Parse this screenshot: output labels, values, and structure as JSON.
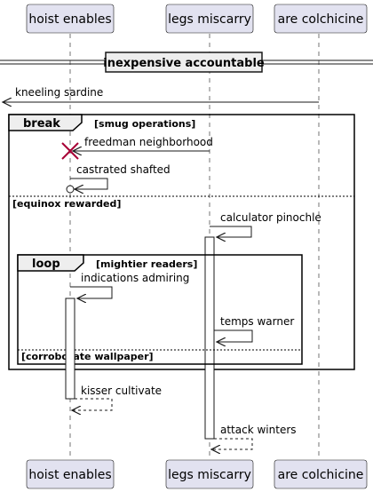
{
  "participants": {
    "hoist": "hoist enables",
    "legs": "legs miscarry",
    "colchicine": "are colchicine"
  },
  "divider": "inexpensive accountable",
  "frames": {
    "break": {
      "title": "break",
      "condition": "[smug operations]",
      "else_condition": "[equinox rewarded]"
    },
    "loop": {
      "title": "loop",
      "condition": "[mightier readers]",
      "else_condition": "[corroborate wallpaper]"
    }
  },
  "messages": {
    "m1": "kneeling sardine",
    "m2": "freedman neighborhood",
    "m3": "castrated shafted",
    "m4": "calculator pinochle",
    "m5": "indications admiring",
    "m6": "temps warner",
    "m7": "kisser cultivate",
    "m8": "attack winters"
  },
  "colors": {
    "participant_fill": "#E2E2F0",
    "participant_border": "#181818",
    "lifeline": "#181818",
    "destroy": "#A80036"
  }
}
